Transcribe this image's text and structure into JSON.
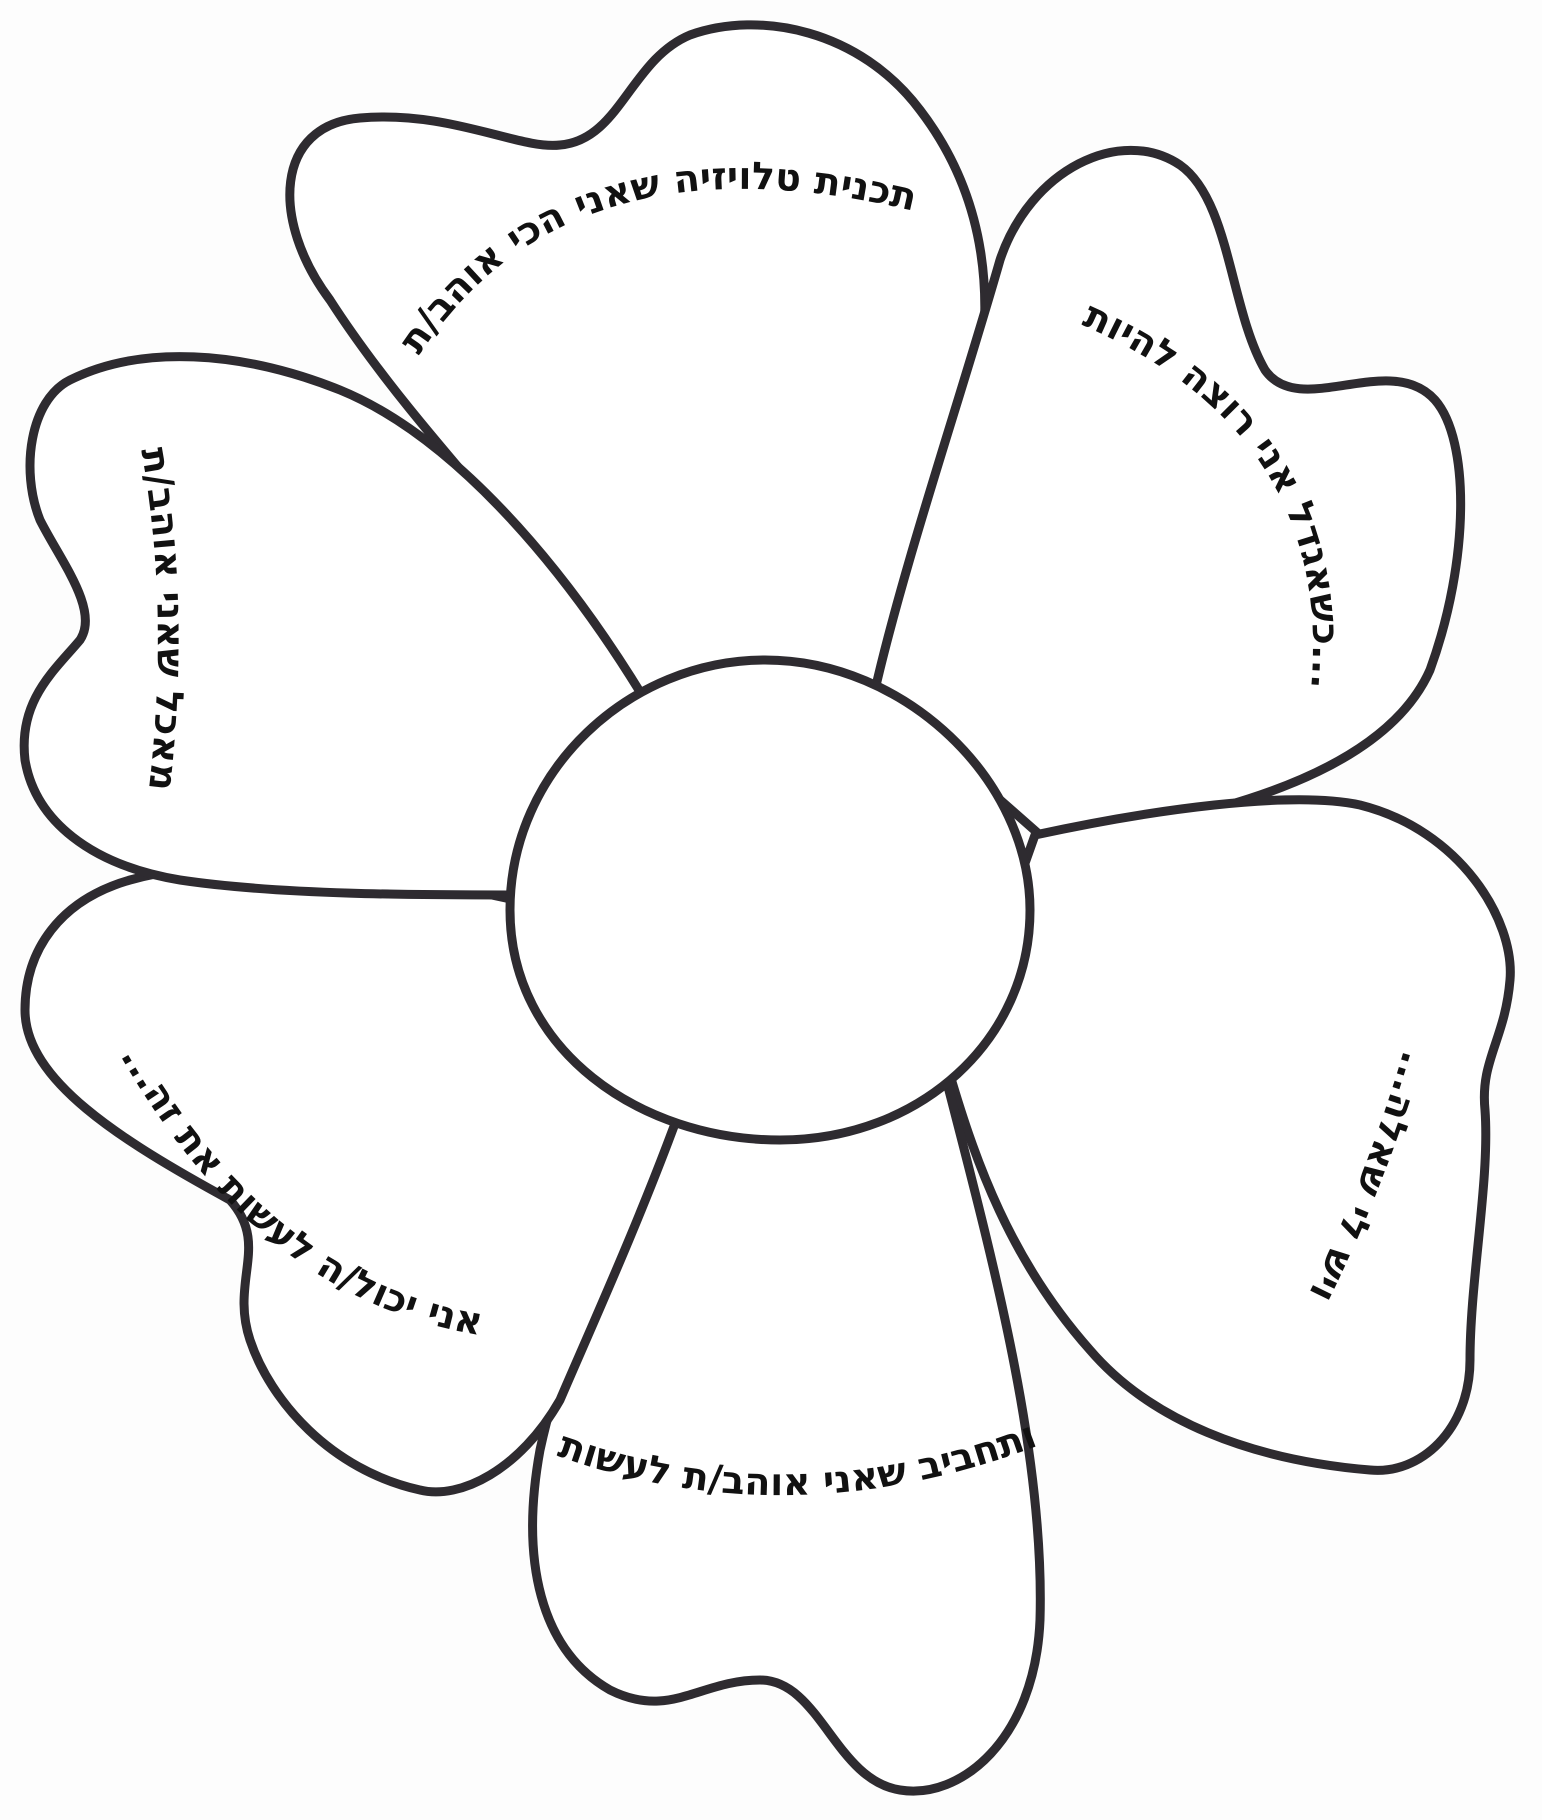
{
  "worksheet": {
    "petals": [
      {
        "id": "top",
        "text": "תכנית טלויזיה שאני הכי אוהב/ת"
      },
      {
        "id": "upper-right",
        "text": "כשאגדל אני רוצה להיות..."
      },
      {
        "id": "left",
        "text": "מאכל שאני אוהב/ת"
      },
      {
        "id": "lower-right",
        "text": "...ויש לי שאלה"
      },
      {
        "id": "bottom",
        "text": "ותחביב שאני אוהב/ת לעשות"
      },
      {
        "id": "lower-left",
        "text": "...אני יכול/ה לעשות את זה"
      }
    ]
  }
}
